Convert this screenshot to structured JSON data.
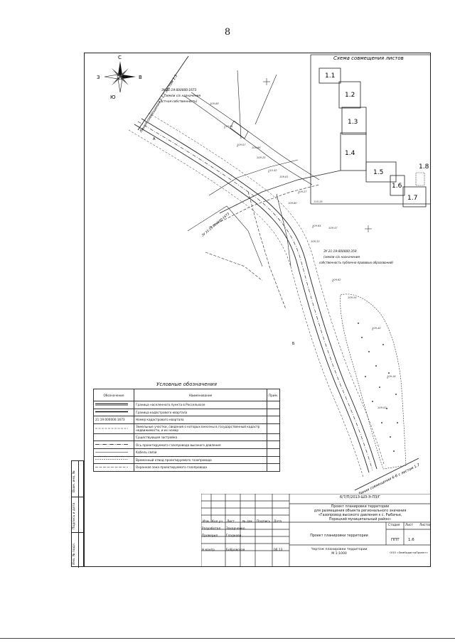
{
  "page": {
    "number": "8"
  },
  "compass": {
    "north": "С",
    "south": "Ю",
    "west": "З",
    "east": "В"
  },
  "overview": {
    "title": "Схема совмещения листов",
    "sheets": [
      "1.1",
      "1.2",
      "1.3",
      "1.4",
      "1.5",
      "1.6",
      "1.7",
      "1.8"
    ]
  },
  "map_labels": {
    "boundary_top": "Линия совмещения 1-1 с листом 1.5",
    "boundary_bottom": "Линия совмещения 6-6 с листом 1.7",
    "parcel_a_num": "ЗУ 21:19:000000:1673",
    "parcel_a_note1": "(земли с/х назначения",
    "parcel_a_note2": "частная собственность)",
    "parcel_b_num": "ЗУ 21:19:000000:359",
    "parcel_b_note1": "(земли с/х назначения",
    "parcel_b_note2": "собственность публично-правовых образований)",
    "parcel_c_num": "ЗУ 21:19:000000:1673",
    "point_a": "А",
    "point_b": "Б"
  },
  "legend": {
    "title": "Условные обозначения",
    "headers": {
      "symbol": "Обозначение",
      "name": "Наименование",
      "extra": "Прим."
    },
    "rows": [
      {
        "symbol": "",
        "name": "Граница населенного пункта в Россельхозе"
      },
      {
        "symbol": "",
        "name": "Граница кадастрового квартала"
      },
      {
        "symbol": "21:19:000000:1673",
        "name": "Номер кадастрового квартала"
      },
      {
        "symbol": "",
        "name": "Земельные участки, сведения о которых внесены в государственный кадастр недвижимости, и их номер"
      },
      {
        "symbol": "",
        "name": "Существующая застройка"
      },
      {
        "symbol": "",
        "name": "Ось проектируемого газопровода высокого давления"
      },
      {
        "symbol": "",
        "name": "Кабель связи"
      },
      {
        "symbol": "",
        "name": "Временный отвод проектируемого газопровода"
      },
      {
        "symbol": "",
        "name": "Охранная зона проектируемого газопровода"
      }
    ]
  },
  "stamp": {
    "doc_number": "6/7/П/2013-ШЗ-Э-ПЗ/Г",
    "project_line1": "Проект планировки территории",
    "project_line2": "для размещения объекта регионального значения",
    "project_line3": "«Газопровод высокого давления к с. Рыбачье,",
    "project_line4": "Порецкий муниципальный район»",
    "sheet_name": "Проект планировки территории",
    "drawing_line1": "Чертеж планировки территории",
    "drawing_line2": "М 1:1000",
    "stage": "ППТ",
    "sheet": "1.6",
    "sheets_total": "",
    "head_stage": "Стадия",
    "head_sheet": "Лист",
    "head_sheets": "Листов",
    "col_headers": [
      "Изм.",
      "Кол.уч",
      "Лист",
      "№ док.",
      "Подпись",
      "Дата"
    ],
    "role1": "Разработал",
    "person1": "Захарченко",
    "role2": "Проверил",
    "person2": "Гладкова",
    "role3": "Н.контр.",
    "person3": "Бобровская",
    "org": "ООО «ЗемКадастрПроект»",
    "date": "06.13"
  },
  "side_stamp": {
    "label1": "Взам. инв. №",
    "label2": "Подпись и дата",
    "label3": "Инв. № подл."
  }
}
